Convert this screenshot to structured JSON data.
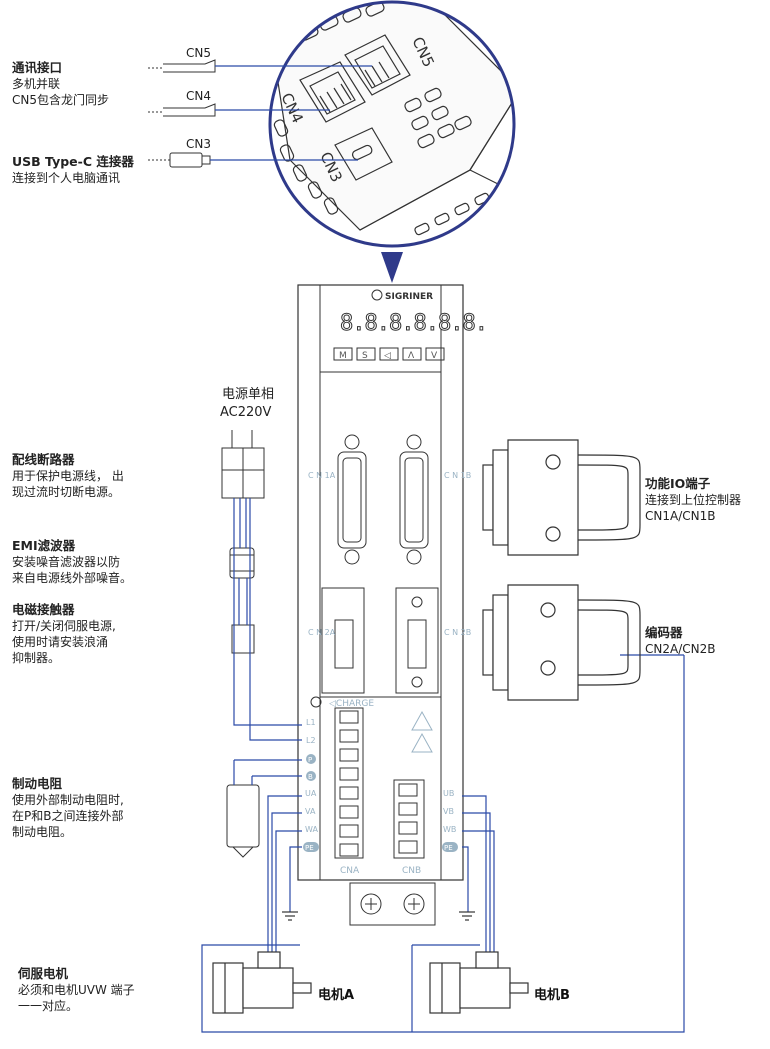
{
  "left_labels": {
    "comm": {
      "title": "通讯接口",
      "lines": [
        "多机并联",
        "CN5包含龙门同步"
      ]
    },
    "usb": {
      "title": "USB Type-C  连接器",
      "lines": [
        "连接到个人电脑通讯"
      ]
    },
    "breaker": {
      "title": "配线断路器",
      "lines": [
        "用于保护电源线，  出",
        "现过流时切断电源。"
      ]
    },
    "emi": {
      "title": "EMI滤波器",
      "lines": [
        "安装噪音滤波器以防",
        "来自电源线外部噪音。"
      ]
    },
    "contactor": {
      "title": "电磁接触器",
      "lines": [
        "打开/关闭伺服电源,",
        "使用时请安装浪涌",
        "抑制器。"
      ]
    },
    "brake": {
      "title": "制动电阻",
      "lines": [
        "使用外部制动电阻时,",
        "在P和B之间连接外部",
        "制动电阻。"
      ]
    },
    "motor": {
      "title": "伺服电机",
      "lines": [
        "必须和电机UVW 端子",
        "一一对应。"
      ]
    }
  },
  "right_labels": {
    "io": {
      "title": "功能IO端子",
      "lines": [
        "连接到上位控制器",
        "CN1A/CN1B"
      ]
    },
    "encoder": {
      "title": "编码器",
      "lines": [
        "CN2A/CN2B"
      ]
    }
  },
  "power_caption": {
    "line1": "电源单相",
    "line2": "AC220V"
  },
  "connector_tags": {
    "cn5": "CN5",
    "cn4": "CN4",
    "cn3": "CN3"
  },
  "zoom_labels": {
    "cn5": "CN5",
    "cn4": "CN4",
    "cn3": "CN3"
  },
  "drive": {
    "brand": "SIGRINER",
    "display": "8.8.8.8.8.8.",
    "keys": [
      "M",
      "S",
      "◁",
      "Λ",
      "V"
    ],
    "port_labels": {
      "cn1a": "C N 1A",
      "cn1b": "C N 1B",
      "cn2a": "C N 2A",
      "cn2b": "C N 2B"
    },
    "charge": "◁CHARGE",
    "left_terminals": [
      "L1",
      "L2",
      "P",
      "B",
      "UA",
      "VA",
      "WA",
      "PE"
    ],
    "right_terminals": [
      "UB",
      "VB",
      "WB",
      "PE"
    ],
    "block_labels": {
      "cna": "CNA",
      "cnb": "CNB"
    }
  },
  "motor_labels": {
    "a": "电机A",
    "b": "电机B"
  },
  "colors": {
    "wire": "#2b4aa8",
    "zoom_border": "#2f3a8a",
    "terminal_text": "#9ab3c4",
    "body_line": "#333333"
  }
}
